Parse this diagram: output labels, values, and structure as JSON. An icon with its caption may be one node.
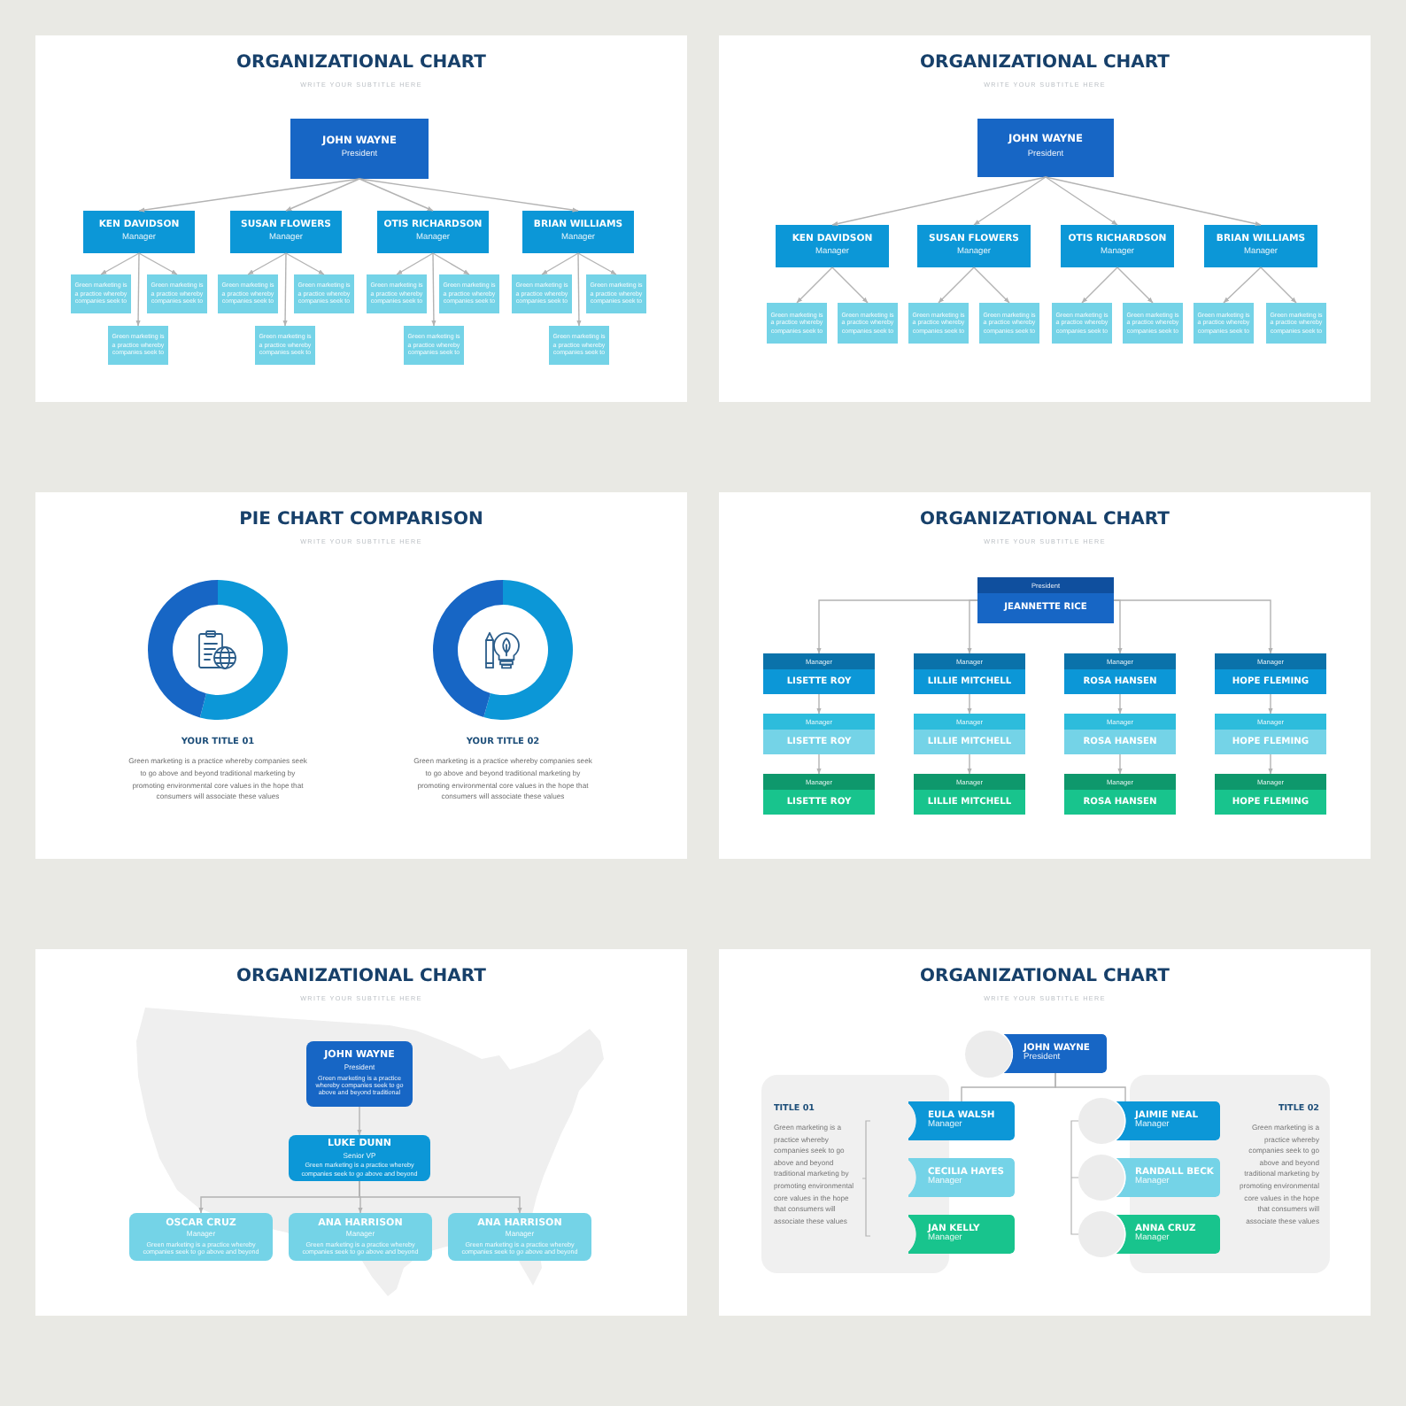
{
  "diagram": {
    "nodes": [
      {
        "text": [
          "ORGANIZATIONAL CHART",
          "WRITE YOUR SUBTITLE HERE"
        ]
      },
      {
        "text": [
          "JOHN WAYNE",
          "President"
        ],
        "in": 0
      },
      {
        "text": [
          "KEN DAVIDSON",
          "Manager"
        ],
        "in": 0
      },
      {
        "text": [
          "SUSAN FLOWERS",
          "Manager"
        ],
        "in": 0
      },
      {
        "text": [
          "OTIS RICHARDSON",
          "Manager"
        ],
        "in": 0
      },
      {
        "text": [
          "BRIAN WILLIAMS",
          "Manager"
        ],
        "in": 0
      },
      {
        "text": [
          "Green marketing is a practice whereby companies seek to"
        ],
        "in": 0
      },
      {
        "text": [
          "Green marketing is a practice whereby companies seek to"
        ],
        "in": 0
      },
      {
        "text": [
          "Green marketing is a practice whereby companies seek to"
        ],
        "in": 0
      },
      {
        "text": [
          "Green marketing is a practice whereby companies seek to"
        ],
        "in": 0
      },
      {
        "text": [
          "Green marketing is a practice whereby companies seek to"
        ],
        "in": 0
      },
      {
        "text": [
          "Green marketing is a practice whereby companies seek to"
        ],
        "in": 0
      },
      {
        "text": [
          "Green marketing is a practice whereby companies seek to"
        ],
        "in": 0
      },
      {
        "text": [
          "Green marketing is a practice whereby companies seek to"
        ],
        "in": 0
      },
      {
        "text": [
          "Green marketing is a practice whereby companies seek to"
        ],
        "in": 0
      },
      {
        "text": [
          "Green marketing is a practice whereby companies seek to"
        ],
        "in": 0
      },
      {
        "text": [
          "Green marketing is a practice whereby companies seek to"
        ],
        "in": 0
      },
      {
        "text": [
          "Green marketing is a practice whereby companies seek to"
        ],
        "in": 0
      },
      {
        "text": [
          "ORGANIZATIONAL CHART",
          "WRITE YOUR SUBTITLE HERE"
        ]
      },
      {
        "text": [
          "JOHN WAYNE",
          "President"
        ],
        "in": 18
      },
      {
        "text": [
          "KEN DAVIDSON",
          "Manager"
        ],
        "in": 18
      },
      {
        "text": [
          "SUSAN FLOWERS",
          "Manager"
        ],
        "in": 18
      },
      {
        "text": [
          "OTIS RICHARDSON",
          "Manager"
        ],
        "in": 18
      },
      {
        "text": [
          "BRIAN WILLIAMS",
          "Manager"
        ],
        "in": 18
      },
      {
        "text": [
          "Green marketing is a practice whereby companies seek to"
        ],
        "in": 18
      },
      {
        "text": [
          "Green marketing is a practice whereby companies seek to"
        ],
        "in": 18
      },
      {
        "text": [
          "Green marketing is a practice whereby companies seek to"
        ],
        "in": 18
      },
      {
        "text": [
          "Green marketing is a practice whereby companies seek to"
        ],
        "in": 18
      },
      {
        "text": [
          "Green marketing is a practice whereby companies seek to"
        ],
        "in": 18
      },
      {
        "text": [
          "Green marketing is a practice whereby companies seek to"
        ],
        "in": 18
      },
      {
        "text": [
          "Green marketing is a practice whereby companies seek to"
        ],
        "in": 18
      },
      {
        "text": [
          "Green marketing is a practice whereby companies seek to"
        ],
        "in": 18
      },
      {
        "text": [
          "PIE CHART COMPARISON",
          "WRITE YOUR SUBTITLE HERE"
        ]
      },
      {
        "text": [
          "ORGANIZATIONAL CHART",
          "WRITE YOUR SUBTITLE HERE"
        ]
      },
      {
        "text": [
          "President",
          "JEANNETTE RICE"
        ],
        "in": 33
      },
      {
        "text": [
          "Manager",
          "LISETTE ROY"
        ],
        "in": 33
      },
      {
        "text": [
          "Manager",
          "LILLIE MITCHELL"
        ],
        "in": 33
      },
      {
        "text": [
          "Manager",
          "ROSA HANSEN"
        ],
        "in": 33
      },
      {
        "text": [
          "Manager",
          "HOPE FLEMING"
        ],
        "in": 33
      },
      {
        "text": [
          "Manager",
          "LISETTE ROY"
        ],
        "in": 33
      },
      {
        "text": [
          "Manager",
          "LILLIE MITCHELL"
        ],
        "in": 33
      },
      {
        "text": [
          "Manager",
          "ROSA HANSEN"
        ],
        "in": 33
      },
      {
        "text": [
          "Manager",
          "HOPE FLEMING"
        ],
        "in": 33
      },
      {
        "text": [
          "Manager",
          "LISETTE ROY"
        ],
        "in": 33
      },
      {
        "text": [
          "Manager",
          "LILLIE MITCHELL"
        ],
        "in": 33
      },
      {
        "text": [
          "Manager",
          "ROSA HANSEN"
        ],
        "in": 33
      },
      {
        "text": [
          "Manager",
          "HOPE FLEMING"
        ],
        "in": 33
      },
      {
        "text": [
          "ORGANIZATIONAL CHART",
          "WRITE YOUR SUBTITLE HERE"
        ]
      },
      {
        "text": [
          "JOHN WAYNE",
          "President",
          "Green marketing is a practice whereby companies seek to go above and beyond traditional"
        ],
        "in": 47
      },
      {
        "text": [
          "LUKE DUNN",
          "Senior VP",
          "Green marketing is a practice whereby companies seek to go above and beyond"
        ],
        "in": 47
      },
      {
        "text": [
          "OSCAR CRUZ",
          "Manager",
          "Green marketing is a practice whereby companies seek to go above and beyond"
        ],
        "in": 47
      },
      {
        "text": [
          "ANA HARRISON",
          "Manager",
          "Green marketing is a practice whereby companies seek to go above and beyond"
        ],
        "in": 47
      },
      {
        "text": [
          "ANA HARRISON",
          "Manager",
          "Green marketing is a practice whereby companies seek to go above and beyond"
        ],
        "in": 47
      },
      {
        "text": [
          "ORGANIZATIONAL CHART",
          "WRITE YOUR SUBTITLE HERE"
        ]
      },
      {
        "text": [
          "TITLE 01",
          "Green marketing is a practice whereby companies seek to go above and beyond traditional marketing by promoting environmental core values in the hope that consumers will associate these values"
        ],
        "in": 53
      },
      {
        "text": [
          "TITLE 02",
          "Green marketing is a practice whereby companies seek to go above and beyond traditional marketing by promoting environmental core values in the hope that consumers will associate these values"
        ],
        "in": 53
      },
      {
        "text": [
          "JOHN WAYNE",
          "President"
        ],
        "in": 53
      },
      {
        "text": [
          "EULA WALSH",
          "Manager"
        ],
        "in": 53
      },
      {
        "text": [
          "CECILIA HAYES",
          "Manager"
        ],
        "in": 53
      },
      {
        "text": [
          "JAN KELLY",
          "Manager"
        ],
        "in": 53
      },
      {
        "text": [
          "JAIMIE NEAL",
          "Manager"
        ],
        "in": 53
      },
      {
        "text": [
          "RANDALL BECK",
          "Manager"
        ],
        "in": 53
      },
      {
        "text": [
          "ANNA CRUZ",
          "Manager"
        ],
        "in": 53
      }
    ],
    "edges": [
      {
        "from": 1,
        "to": 2,
        "arrow": "to"
      },
      {
        "from": 1,
        "to": 3,
        "arrow": "to"
      },
      {
        "from": 1,
        "to": 4,
        "arrow": "to"
      },
      {
        "from": 1,
        "to": 5,
        "arrow": "to"
      },
      {
        "from": 2,
        "to": 6,
        "arrow": "to"
      },
      {
        "from": 2,
        "to": 7,
        "arrow": "to"
      },
      {
        "from": 2,
        "to": 14,
        "arrow": "to"
      },
      {
        "from": 3,
        "to": 8,
        "arrow": "to"
      },
      {
        "from": 3,
        "to": 9,
        "arrow": "to"
      },
      {
        "from": 3,
        "to": 15,
        "arrow": "to"
      },
      {
        "from": 4,
        "to": 10,
        "arrow": "to"
      },
      {
        "from": 4,
        "to": 11,
        "arrow": "to"
      },
      {
        "from": 4,
        "to": 16,
        "arrow": "to"
      },
      {
        "from": 5,
        "to": 12,
        "arrow": "to"
      },
      {
        "from": 5,
        "to": 13,
        "arrow": "to"
      },
      {
        "from": 5,
        "to": 17,
        "arrow": "to"
      },
      {
        "from": 19,
        "to": 20,
        "arrow": "to"
      },
      {
        "from": 19,
        "to": 21,
        "arrow": "to"
      },
      {
        "from": 19,
        "to": 22,
        "arrow": "to"
      },
      {
        "from": 19,
        "to": 23,
        "arrow": "to"
      },
      {
        "from": 20,
        "to": 24,
        "arrow": "to"
      },
      {
        "from": 20,
        "to": 25,
        "arrow": "to"
      },
      {
        "from": 21,
        "to": 26,
        "arrow": "to"
      },
      {
        "from": 21,
        "to": 27,
        "arrow": "to"
      },
      {
        "from": 22,
        "to": 28,
        "arrow": "to"
      },
      {
        "from": 22,
        "to": 29,
        "arrow": "to"
      },
      {
        "from": 23,
        "to": 30,
        "arrow": "to"
      },
      {
        "from": 23,
        "to": 31,
        "arrow": "to"
      },
      {
        "from": 34,
        "to": 35,
        "arrow": "to"
      },
      {
        "from": 34,
        "to": 36,
        "arrow": "to"
      },
      {
        "from": 34,
        "to": 37,
        "arrow": "to"
      },
      {
        "from": 34,
        "to": 38,
        "arrow": "to"
      },
      {
        "from": 35,
        "to": 39,
        "arrow": "to"
      },
      {
        "from": 36,
        "to": 40,
        "arrow": "to"
      },
      {
        "from": 37,
        "to": 41,
        "arrow": "to"
      },
      {
        "from": 38,
        "to": 42,
        "arrow": "to"
      },
      {
        "from": 39,
        "to": 43,
        "arrow": "to"
      },
      {
        "from": 40,
        "to": 44,
        "arrow": "to"
      },
      {
        "from": 41,
        "to": 45,
        "arrow": "to"
      },
      {
        "from": 42,
        "to": 46,
        "arrow": "to"
      },
      {
        "from": 48,
        "to": 49,
        "arrow": "to"
      },
      {
        "from": 49,
        "to": 50,
        "arrow": "to"
      },
      {
        "from": 49,
        "to": 51,
        "arrow": "to"
      },
      {
        "from": 49,
        "to": 52,
        "arrow": "to"
      },
      {
        "from": 56,
        "to": 57,
        "arrow": "none"
      },
      {
        "from": 56,
        "to": 60,
        "arrow": "none"
      }
    ],
    "labels": [
      "YOUR TITLE 01",
      "Green marketing is a practice whereby companies seek to go above and beyond traditional marketing by promoting environmental core values in the hope that consumers will associate these values",
      "YOUR TITLE 02",
      "Green marketing is a practice whereby companies seek to go above and beyond traditional marketing by promoting environmental core values in the hope that consumers will associate these values"
    ]
  }
}
